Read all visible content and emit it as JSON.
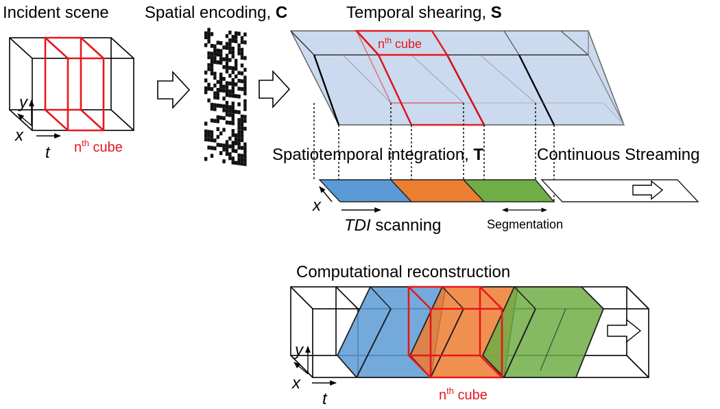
{
  "labels": {
    "incident_scene": "Incident scene",
    "spatial_encoding": "Spatial encoding, ",
    "spatial_encoding_symbol": "C",
    "temporal_shearing": "Temporal shearing, ",
    "temporal_shearing_symbol": "S",
    "spatiotemporal_integration": "Spatiotemporal integration, ",
    "spatiotemporal_integration_symbol": "T",
    "continuous_streaming": "Continuous Streaming",
    "tdi": "TDI",
    "scanning": " scanning",
    "segmentation": "Segmentation",
    "computational_reconstruction": "Computational reconstruction",
    "nth_cube_n": "n",
    "nth_cube_th": "th",
    "nth_cube_word": " cube"
  },
  "axes": {
    "x": "x",
    "y": "y",
    "t": "t"
  },
  "colors": {
    "red": "#e8151b",
    "blue": "#5b9bd5",
    "orange": "#ed7d31",
    "green": "#70ad47",
    "sheared_fill": "#c9d9ee"
  }
}
